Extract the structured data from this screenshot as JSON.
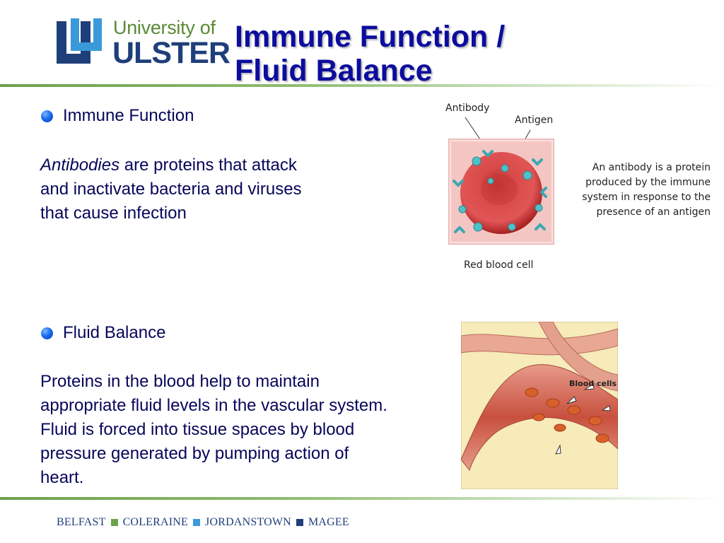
{
  "logo": {
    "line1": "University of",
    "line2": "ULSTER"
  },
  "title": "Immune Function /\nFluid Balance",
  "sections": [
    {
      "heading": "Immune Function",
      "text_italic": "Antibodies",
      "text_rest": " are proteins that attack\nand inactivate bacteria and viruses\nthat cause infection"
    },
    {
      "heading": "Fluid Balance",
      "text": "Proteins in the blood help to maintain\nappropriate fluid levels in the vascular system.\nFluid is forced into tissue spaces by blood\npressure generated by pumping action of\nheart."
    }
  ],
  "figure1": {
    "label_antibody": "Antibody",
    "label_antigen": "Antigen",
    "label_cell": "Red blood cell",
    "caption": "An antibody is a protein produced by the immune system in response to the presence of an antigen"
  },
  "figure2": {
    "label": "Blood cells"
  },
  "footer": {
    "campuses": [
      "BELFAST",
      "COLERAINE",
      "JORDANSTOWN",
      "MAGEE"
    ],
    "square_colors": [
      "#6ca24b",
      "#3a9ad9",
      "#1f3f7a"
    ]
  },
  "colors": {
    "title": "#0c0c9e",
    "body_text": "#06065a",
    "accent_green": "#6ca24b",
    "brand_blue": "#1f3f7a"
  }
}
